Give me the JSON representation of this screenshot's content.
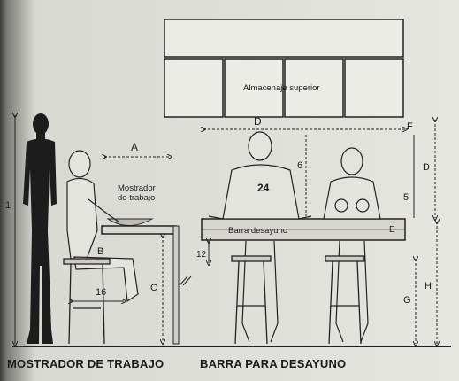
{
  "labels": {
    "upper_storage": "Almacenaje superior",
    "work_counter": "Mostrador\nde trabajo",
    "breakfast_bar": "Barra desayuno",
    "figure_number": "24"
  },
  "dimensions": {
    "A": "A",
    "B": "B",
    "C": "C",
    "D_top": "D",
    "D_right": "D",
    "E": "E",
    "F": "F",
    "G": "G",
    "H": "H",
    "I": "1",
    "five": "5",
    "six": "6",
    "twelve": "12",
    "sixteen": "16"
  },
  "captions": {
    "left": "MOSTRADOR DE TRABAJO",
    "right": "BARRA PARA DESAYUNO"
  }
}
